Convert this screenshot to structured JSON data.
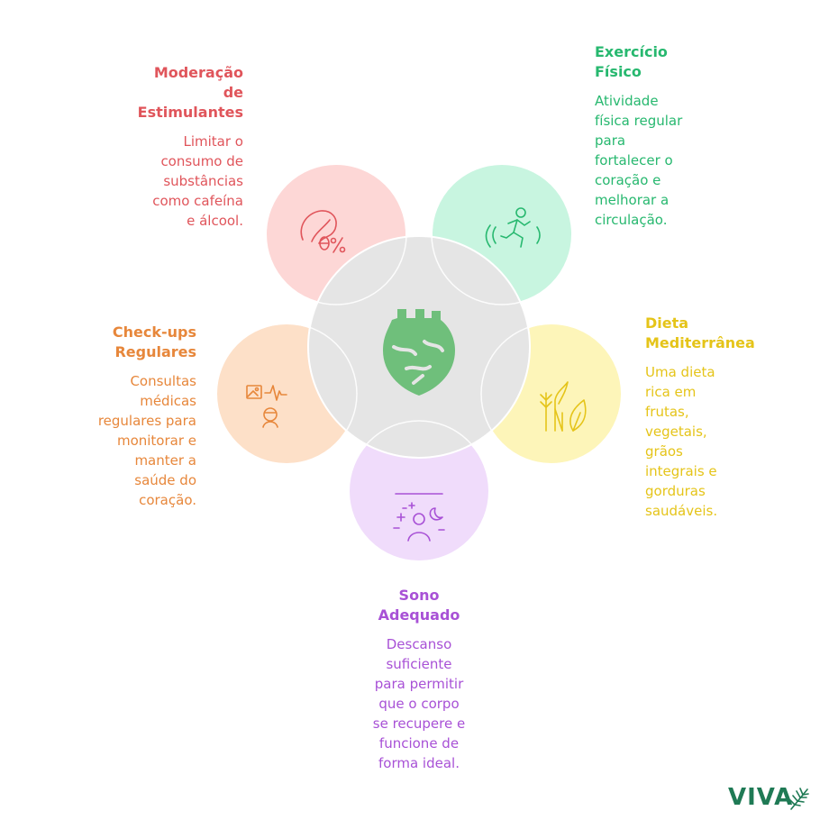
{
  "center": {
    "icon": "heart-icon",
    "color": "#6fbf7b",
    "fill": "#e5e5e5"
  },
  "petals": [
    {
      "key": "moderacao",
      "title": "Moderação de Estimulantes",
      "title_lines": [
        "Moderação",
        "de",
        "Estimulantes"
      ],
      "desc_lines": [
        "Limitar o",
        "consumo de",
        "substâncias",
        "como cafeína",
        "e álcool."
      ],
      "icon": "coffee-percent-icon",
      "fill": "#fdd7d6",
      "color": "#e0555b"
    },
    {
      "key": "exercicio",
      "title": "Exercício Físico",
      "title_lines": [
        "Exercício",
        "Físico"
      ],
      "desc_lines": [
        "Atividade",
        "física regular",
        "para",
        "fortalecer o",
        "coração e",
        "melhorar a",
        "circulação."
      ],
      "icon": "running-person-icon",
      "fill": "#c8f5e0",
      "color": "#27b86f"
    },
    {
      "key": "dieta",
      "title": "Dieta Mediterrânea",
      "title_lines": [
        "Dieta",
        "Mediterrânea"
      ],
      "desc_lines": [
        "Uma dieta",
        "rica em",
        "frutas,",
        "vegetais,",
        "grãos",
        "integrais e",
        "gorduras",
        "saudáveis."
      ],
      "icon": "plants-leaf-icon",
      "fill": "#fdf5b9",
      "color": "#e5c419"
    },
    {
      "key": "sono",
      "title": "Sono Adequado",
      "title_lines": [
        "Sono",
        "Adequado"
      ],
      "desc_lines": [
        "Descanso",
        "suficiente",
        "para permitir",
        "que o corpo",
        "se recupere e",
        "funcione de",
        "forma ideal."
      ],
      "icon": "sleep-moon-icon",
      "fill": "#f0dcfb",
      "color": "#a851d6"
    },
    {
      "key": "checkups",
      "title": "Check-ups Regulares",
      "title_lines": [
        "Check-ups",
        "Regulares"
      ],
      "desc_lines": [
        "Consultas",
        "médicas",
        "regulares para",
        "monitorar e",
        "manter a",
        "saúde do",
        "coração."
      ],
      "icon": "medical-monitor-icon",
      "fill": "#fde0c8",
      "color": "#e7873b"
    }
  ],
  "logo": {
    "text": "VIVA",
    "icon": "palm-leaf-icon",
    "color": "#1f7a55"
  }
}
